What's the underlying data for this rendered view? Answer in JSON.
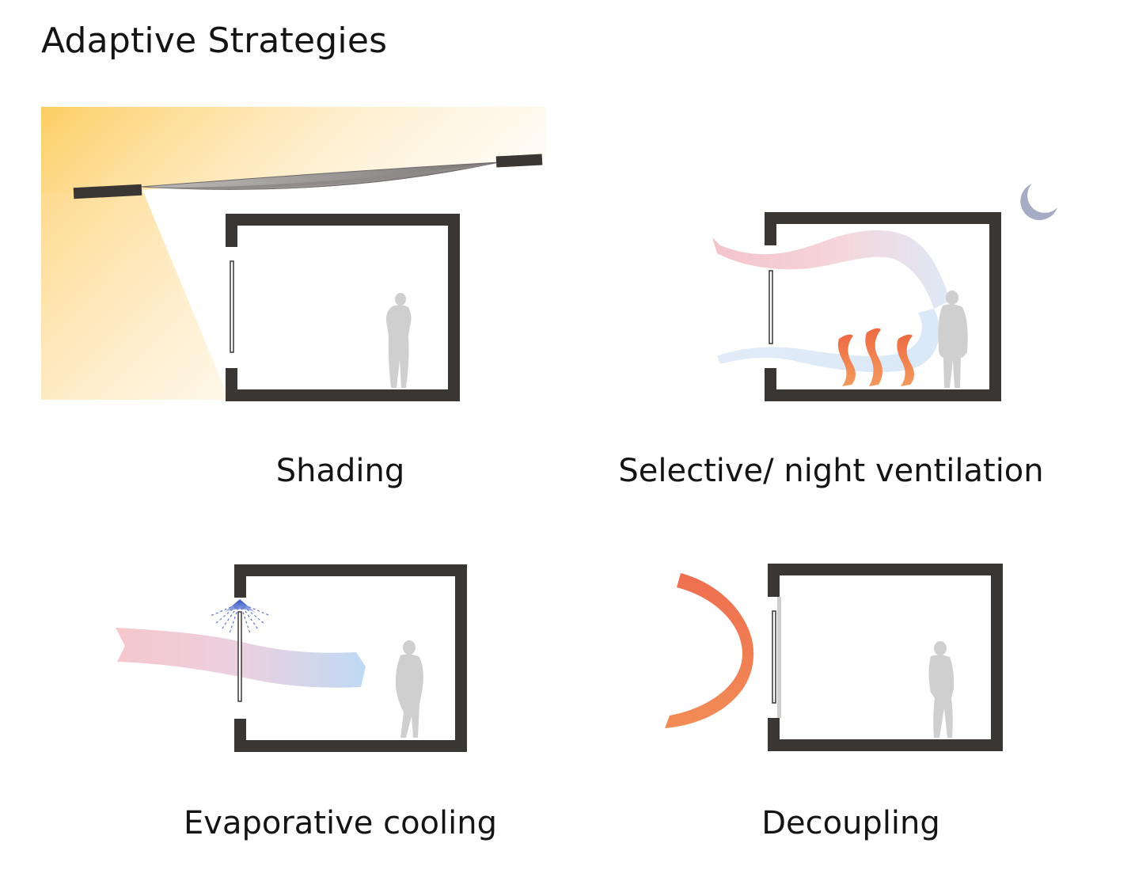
{
  "title": "Adaptive Strategies",
  "panels": [
    {
      "caption": "Shading",
      "icons": [
        "sun-gradient",
        "awning",
        "window",
        "person"
      ]
    },
    {
      "caption": "Selective/ night ventilation",
      "icons": [
        "moon-icon",
        "airflow",
        "heat-waves",
        "window",
        "person"
      ]
    },
    {
      "caption": "Evaporative cooling",
      "icons": [
        "mist-spray-icon",
        "airflow",
        "window",
        "person"
      ]
    },
    {
      "caption": "Decoupling",
      "icons": [
        "heat-deflection-arc",
        "window",
        "person"
      ]
    }
  ],
  "colors": {
    "wall": "#3a3633",
    "sun": "#fdd06a",
    "awning": "#8f8c8b",
    "person": "#cfcfcf",
    "warm_air": "#f4c3c8",
    "cool_air": "#b9d5f0",
    "heat": "#ef6f3e",
    "moon": "#a7acc5",
    "mist": "#4f6fd0"
  }
}
